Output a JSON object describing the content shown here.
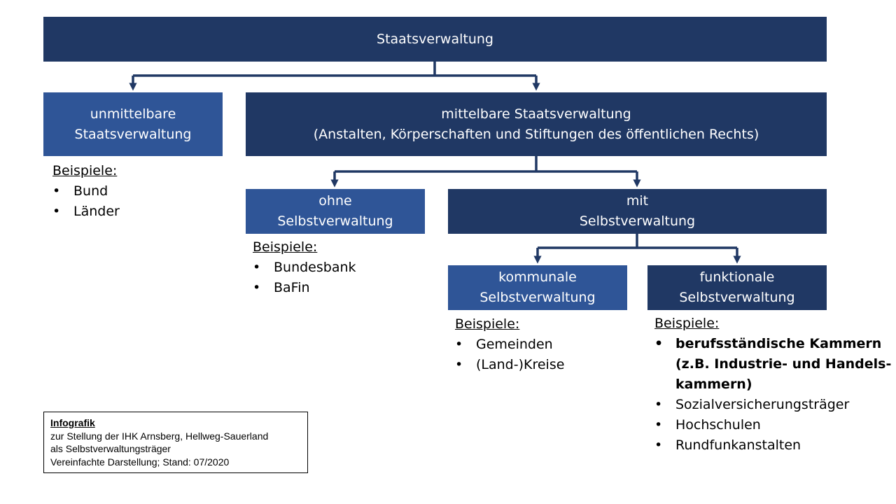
{
  "colors": {
    "dark": "#203864",
    "mid": "#2f5597",
    "connector": "#203864"
  },
  "root": {
    "label": "Staatsverwaltung"
  },
  "unmittelbare": {
    "line1": "unmittelbare",
    "line2": "Staatsverwaltung",
    "examples_label": "Beispiele:",
    "examples": [
      "Bund",
      "Länder"
    ]
  },
  "mittelbare": {
    "line1": "mittelbare Staatsverwaltung",
    "line2": "(Anstalten, Körperschaften und Stiftungen des öffentlichen Rechts)"
  },
  "ohne": {
    "line1": "ohne",
    "line2": "Selbstverwaltung",
    "examples_label": "Beispiele:",
    "examples": [
      "Bundesbank",
      "BaFin"
    ]
  },
  "mit": {
    "line1": "mit",
    "line2": "Selbstverwaltung"
  },
  "kommunale": {
    "line1": "kommunale",
    "line2": "Selbstverwaltung",
    "examples_label": "Beispiele:",
    "examples": [
      "Gemeinden",
      "(Land-)Kreise"
    ]
  },
  "funktionale": {
    "line1": "funktionale",
    "line2": "Selbstverwaltung",
    "examples_label": "Beispiele:",
    "highlight_lines": [
      "berufsständische Kammern",
      "(z.B. Industrie- und Handels-",
      "kammern)"
    ],
    "examples": [
      "Sozialversicherungsträger",
      "Hochschulen",
      "Rundfunkanstalten"
    ]
  },
  "infobox": {
    "title": "Infografik",
    "line1": "zur Stellung der IHK Arnsberg, Hellweg-Sauerland",
    "line2": "als Selbstverwaltungsträger",
    "line3": "Vereinfachte Darstellung; Stand: 07/2020"
  }
}
